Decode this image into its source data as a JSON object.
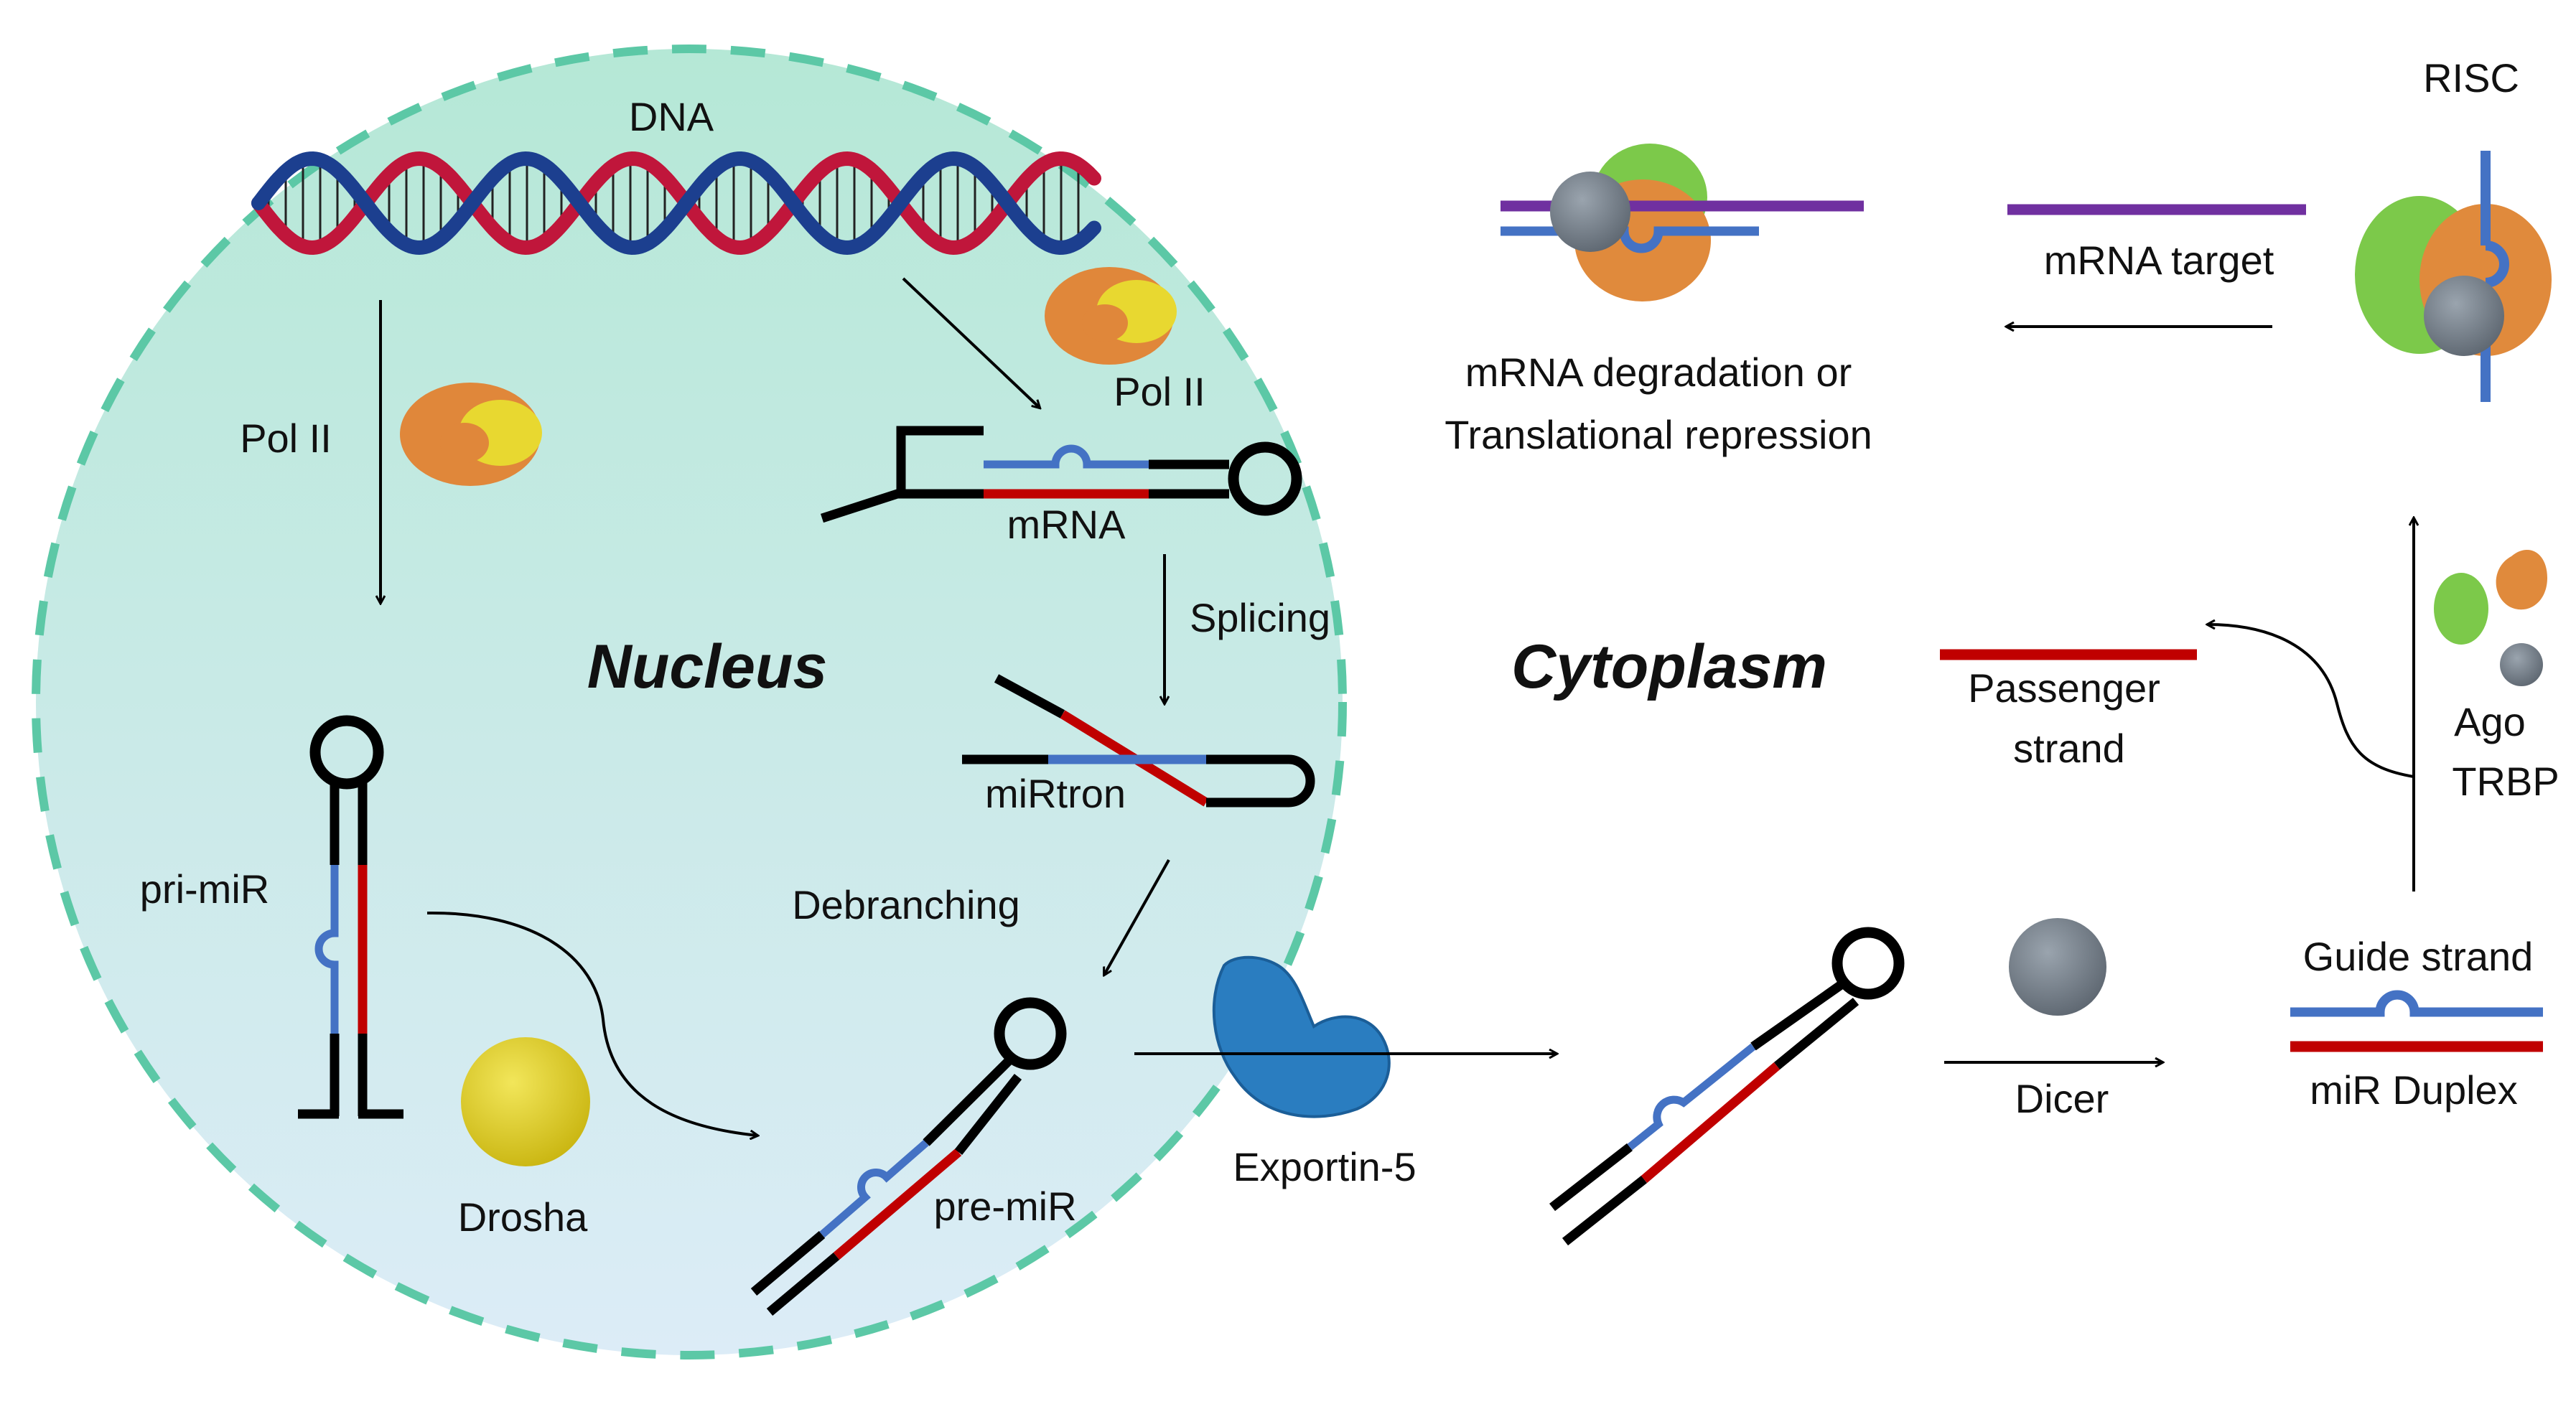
{
  "labels": {
    "dna": "DNA",
    "pol2_left": "Pol II",
    "pol2_right": "Pol II",
    "mrna": "mRNA",
    "splicing": "Splicing",
    "nucleus": "Nucleus",
    "mirtron": "miRtron",
    "pri_mir": "pri-miR",
    "debranching": "Debranching",
    "drosha": "Drosha",
    "pre_mir": "pre-miR",
    "exportin": "Exportin-5",
    "cytoplasm": "Cytoplasm",
    "dicer": "Dicer",
    "guide_strand": "Guide strand",
    "mir_duplex": "miR Duplex",
    "passenger_line1": "Passenger",
    "passenger_line2": "strand",
    "ago": "Ago",
    "trbp": "TRBP",
    "risc": "RISC",
    "mrna_target": "mRNA target",
    "degradation_line1": "mRNA degradation or",
    "degradation_line2": "Translational repression"
  },
  "colors": {
    "nucleus_fill_top": "#b5e8d6",
    "nucleus_fill_bottom": "#dcecf7",
    "nucleus_border": "#5cc8a6",
    "dna_red": "#c0163b",
    "dna_blue": "#1c3f8f",
    "guide_blue": "#4472c4",
    "passenger_red": "#c00000",
    "mrna_target_purple": "#7030a0",
    "pol2_orange": "#e0873a",
    "pol2_yellow": "#e8d830",
    "drosha_yellow": "#e0d020",
    "exportin_blue": "#2a7dc0",
    "dicer_gray": "#6f7a86",
    "ago_green": "#7cc94a",
    "trbp_orange": "#e08a3c"
  }
}
